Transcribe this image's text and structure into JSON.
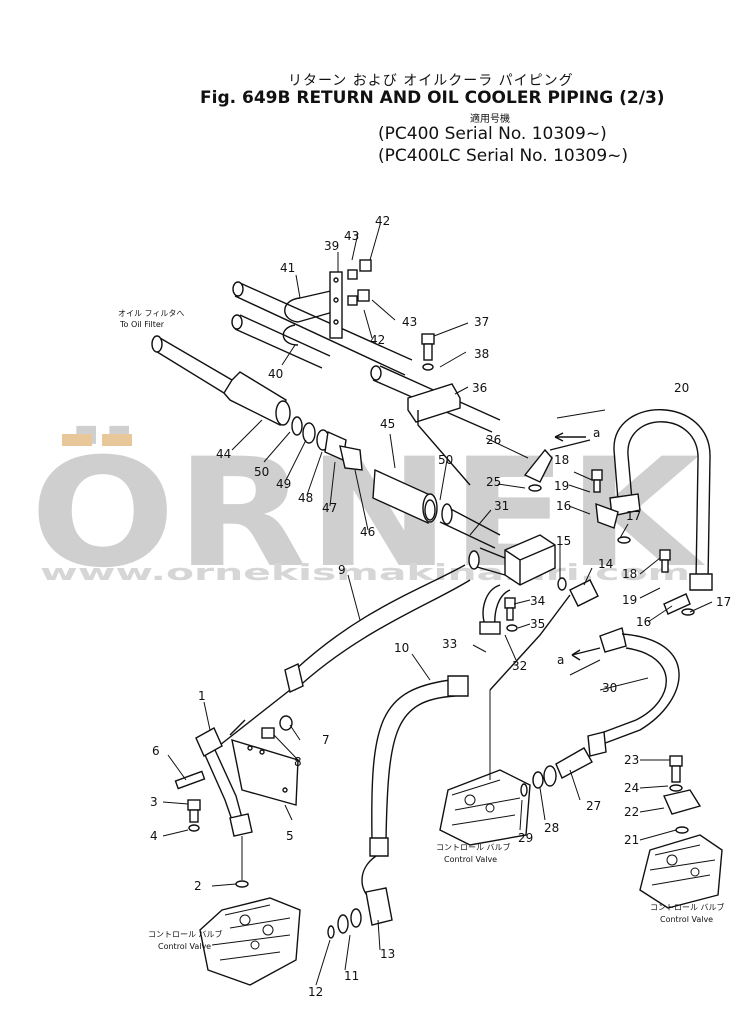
{
  "header": {
    "title_jp": "リターン および オイルクーラ パイピング",
    "title_en": "Fig. 649B RETURN AND OIL COOLER PIPING (2/3)",
    "applicable_jp": "適用号機",
    "serial_1": "(PC400     Serial No. 10309~)",
    "serial_2": "(PC400LC  Serial No. 10309~)"
  },
  "watermark": {
    "logo": "ÖRNEK",
    "url": "www.ornekismakinalari.com"
  },
  "labels": {
    "oil_filter_jp": "オイル フィルタへ",
    "oil_filter_en": "To Oil Filter",
    "cv_jp": "コントロール バルブ",
    "cv_en": "Control Valve",
    "arrow_a": "a"
  },
  "parts": [
    "1",
    "2",
    "3",
    "4",
    "5",
    "6",
    "7",
    "8",
    "9",
    "10",
    "11",
    "12",
    "13",
    "14",
    "15",
    "16",
    "17",
    "18",
    "19",
    "20",
    "21",
    "22",
    "23",
    "24",
    "25",
    "26",
    "27",
    "28",
    "29",
    "30",
    "31",
    "32",
    "33",
    "34",
    "35",
    "36",
    "37",
    "38",
    "39",
    "40",
    "41",
    "42",
    "43",
    "44",
    "45",
    "46",
    "47",
    "48",
    "49",
    "50"
  ]
}
